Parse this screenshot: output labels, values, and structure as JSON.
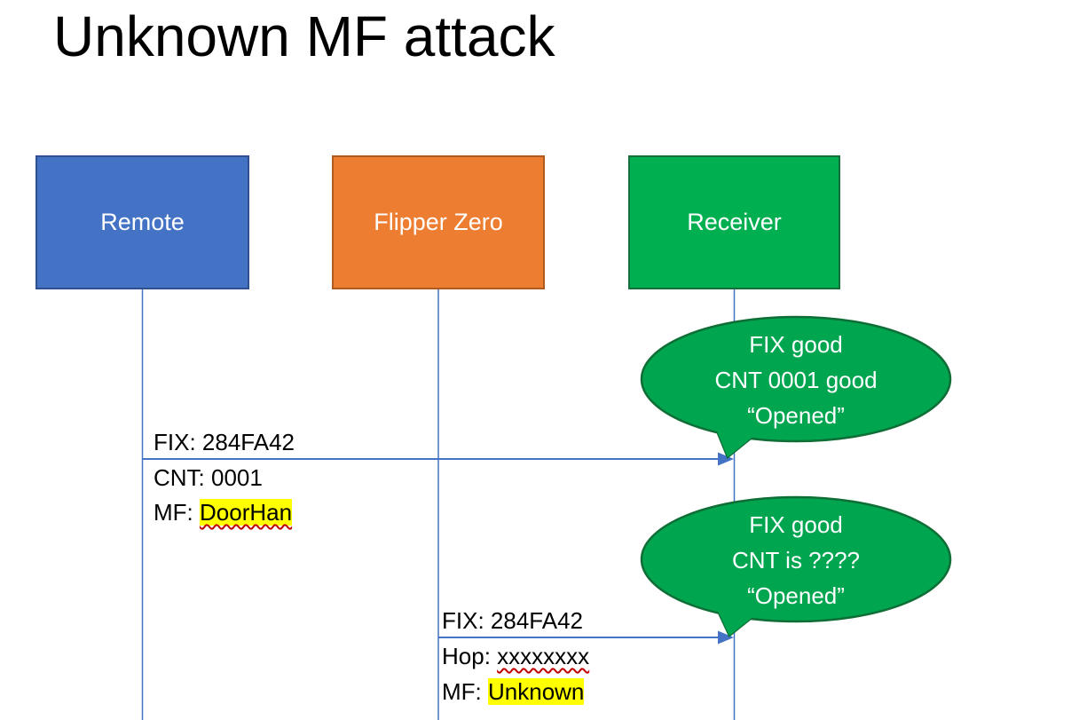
{
  "title": "Unknown MF attack",
  "actors": [
    {
      "label": "Remote"
    },
    {
      "label": "Flipper Zero"
    },
    {
      "label": "Receiver"
    }
  ],
  "message1": {
    "line1": "FIX: 284FA42",
    "line2": "CNT: 0001",
    "line3_prefix": "MF: ",
    "line3_value": "DoorHan"
  },
  "message2": {
    "line1": "FIX: 284FA42",
    "line2_prefix": "Hop: ",
    "line2_value": "xxxxxxxx",
    "line3_prefix": "MF: ",
    "line3_value": "Unknown"
  },
  "bubble1": {
    "line1": "FIX good",
    "line2": "CNT 0001 good",
    "line3": "“Opened”"
  },
  "bubble2": {
    "line1": "FIX good",
    "line2": "CNT is ????",
    "line3": "“Opened”"
  },
  "colors": {
    "remote_fill": "#4472C4",
    "remote_border": "#2F528F",
    "flipper_fill": "#ED7D31",
    "flipper_border": "#AE5A21",
    "receiver_fill": "#00B050",
    "receiver_border": "#156F3A",
    "bubble_fill": "#00A550",
    "bubble_border": "#0E6E35",
    "lifeline": "#4472C4",
    "arrow": "#4472C4",
    "highlight": "#FFFF00",
    "underline": "#C00000",
    "text_dark": "#000000",
    "text_light": "#FFFFFF"
  }
}
